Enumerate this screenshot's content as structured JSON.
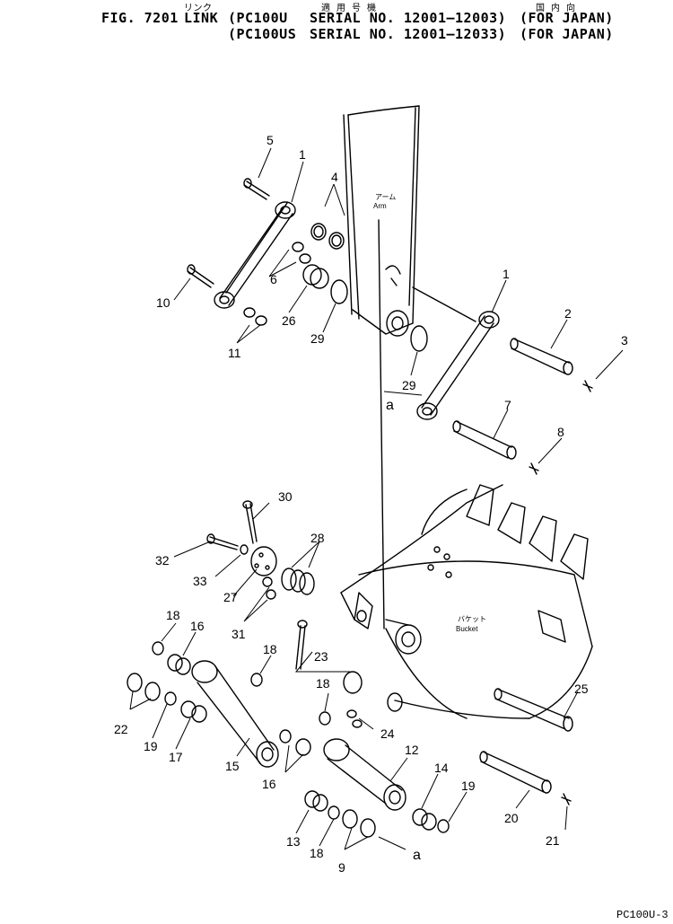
{
  "header": {
    "jp_left": "リンク",
    "jp_mid": "適 用 号 機",
    "jp_right": "国 内 向",
    "line1_fig": "FIG. 7201",
    "line1_name": "LINK",
    "line1_model": "(PC100U",
    "line1_serial": "SERIAL NO. 12001–12003)",
    "line1_dest": "(FOR JAPAN)",
    "line2_model": "(PC100US",
    "line2_serial": "SERIAL NO. 12001–12033)",
    "line2_dest": "(FOR JAPAN)"
  },
  "labels": {
    "arm_jp": "アーム",
    "arm": "Arm",
    "bucket_jp": "バケット",
    "bucket": "Bucket",
    "ref_a": "a"
  },
  "callouts": [
    "5",
    "1",
    "4",
    "10",
    "6",
    "26",
    "29",
    "11",
    "1",
    "2",
    "3",
    "29",
    "7",
    "8",
    "30",
    "28",
    "32",
    "33",
    "27",
    "31",
    "18",
    "16",
    "18",
    "23",
    "22",
    "19",
    "17",
    "15",
    "18",
    "24",
    "12",
    "16",
    "14",
    "19",
    "25",
    "13",
    "18",
    "9",
    "20",
    "21"
  ],
  "footer": "PC100U-3"
}
